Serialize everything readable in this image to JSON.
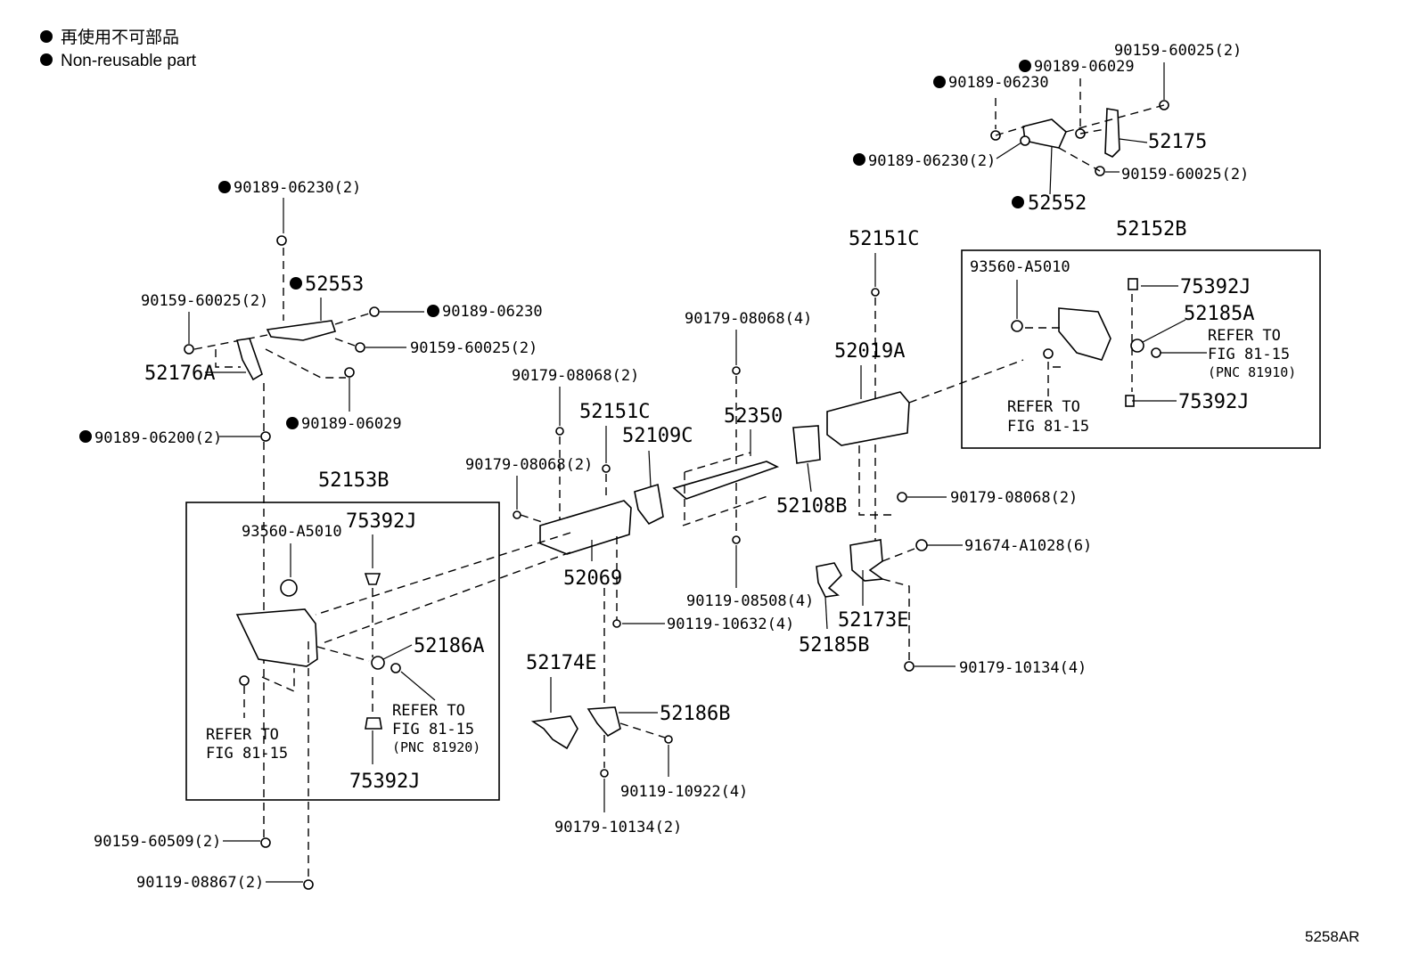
{
  "legend": {
    "items": [
      {
        "bullet": "●",
        "text": "再使用不可部品"
      },
      {
        "bullet": "●",
        "text": "Non-reusable part"
      }
    ]
  },
  "labels": {
    "p_90159_60025_2_top": "90159-60025(2)",
    "p_90189_06029_top": "90189-06029",
    "p_90189_06230_top": "90189-06230",
    "p_52175": "52175",
    "p_90189_06230_2_top": "90189-06230(2)",
    "p_90159_60025_2_topb": "90159-60025(2)",
    "p_52552": "52552",
    "p_52152B": "52152B",
    "p_93560_A5010_r": "93560-A5010",
    "p_75392J_r1": "75392J",
    "p_52185A": "52185A",
    "p_refer_r1a": "REFER TO",
    "p_refer_r1b": "FIG 81-15",
    "p_refer_r1c": "(PNC 81910)",
    "p_refer_r2a": "REFER TO",
    "p_refer_r2b": "FIG 81-15",
    "p_75392J_r2": "75392J",
    "p_52151C_top": "52151C",
    "p_52019A": "52019A",
    "p_52108B": "52108B",
    "p_90179_08068_4": "90179-08068(4)",
    "p_52350": "52350",
    "p_90119_08508_4": "90119-08508(4)",
    "p_90179_08068_2_r": "90179-08068(2)",
    "p_91674_A1028_6": "91674-A1028(6)",
    "p_52173E": "52173E",
    "p_52185B": "52185B",
    "p_90179_10134_4": "90179-10134(4)",
    "p_90179_08068_2_m": "90179-08068(2)",
    "p_52151C_mid": "52151C",
    "p_52109C": "52109C",
    "p_90179_08068_2_l": "90179-08068(2)",
    "p_52069": "52069",
    "p_90119_10632_4": "90119-10632(4)",
    "p_52174E": "52174E",
    "p_52186B": "52186B",
    "p_90119_10922_4": "90119-10922(4)",
    "p_90179_10134_2": "90179-10134(2)",
    "p_90189_06230_2_left": "90189-06230(2)",
    "p_52553": "52553",
    "p_90159_60025_2_l1": "90159-60025(2)",
    "p_90189_06230_left": "90189-06230",
    "p_90159_60025_2_l2": "90159-60025(2)",
    "p_52176A": "52176A",
    "p_90189_06029_left": "90189-06029",
    "p_90189_06200_2": "90189-06200(2)",
    "p_52153B": "52153B",
    "p_93560_A5010_l": "93560-A5010",
    "p_75392J_l1": "75392J",
    "p_52186A": "52186A",
    "p_refer_l1a": "REFER TO",
    "p_refer_l1b": "FIG 81-15",
    "p_refer_l1c": "(PNC 81920)",
    "p_refer_l2a": "REFER TO",
    "p_refer_l2b": "FIG 81-15",
    "p_75392J_l2": "75392J",
    "p_90159_60509_2": "90159-60509(2)",
    "p_90119_08867_2": "90119-08867(2)"
  },
  "figure_code": "5258AR"
}
